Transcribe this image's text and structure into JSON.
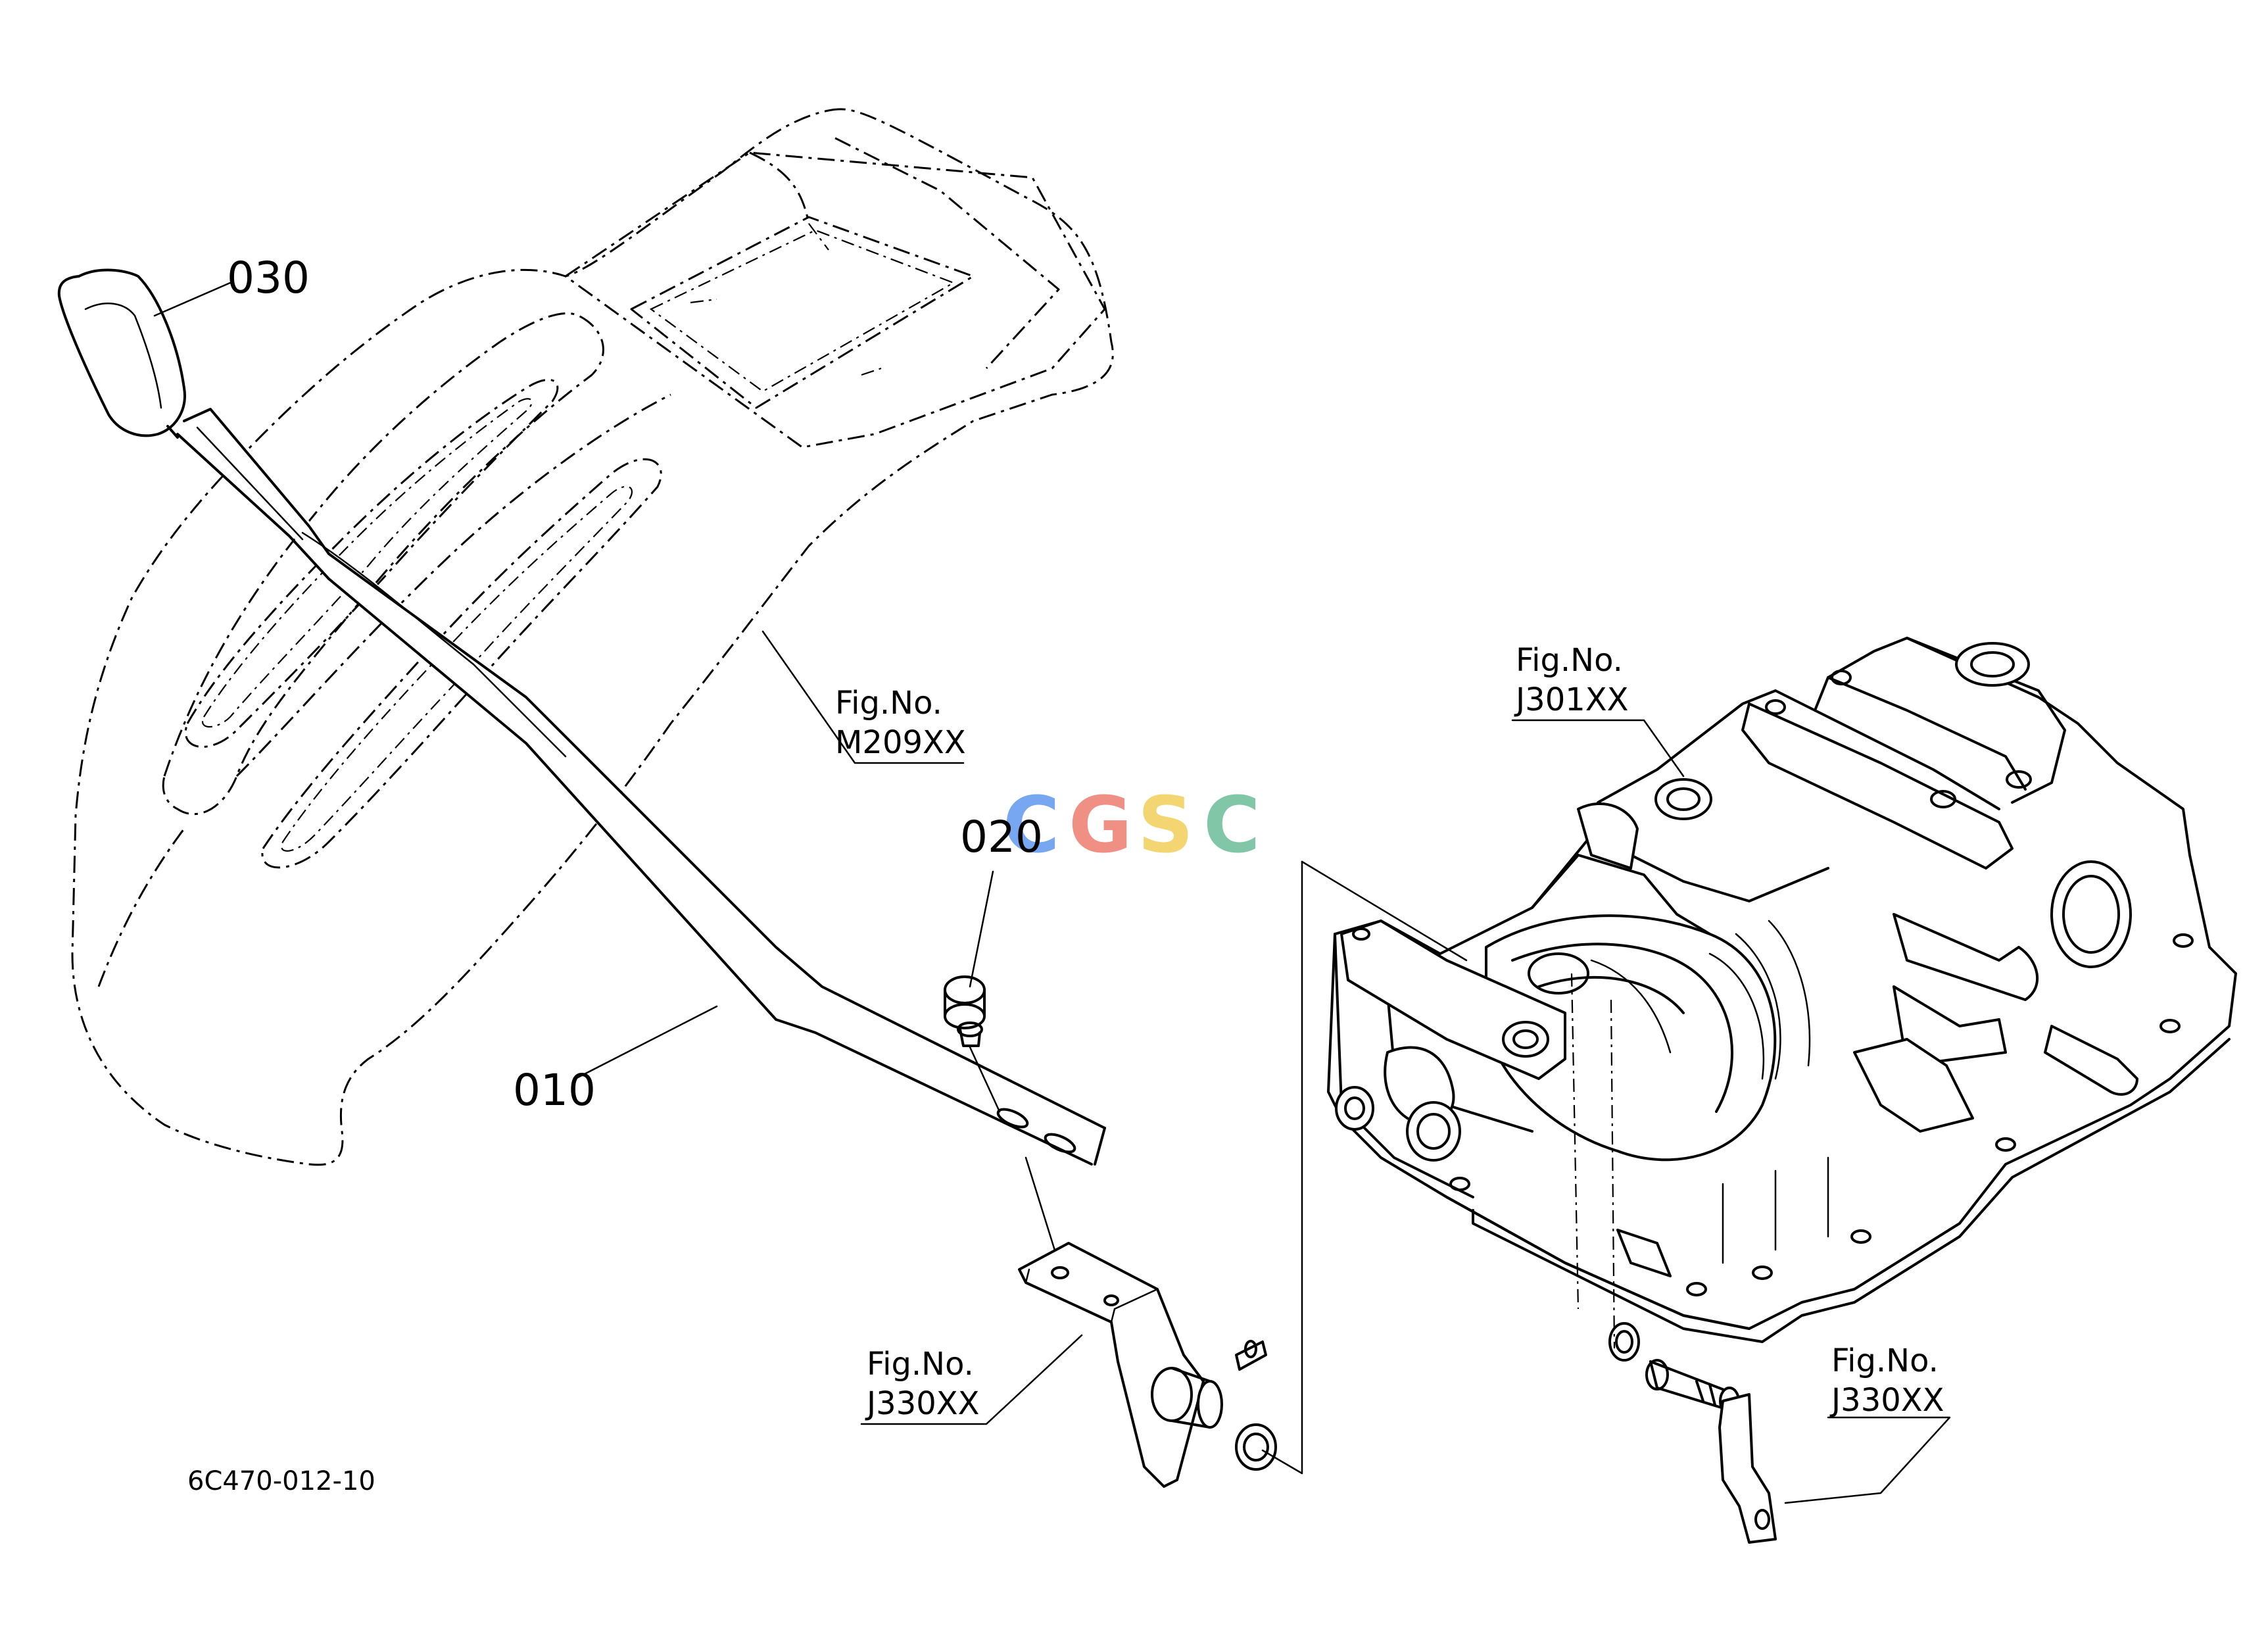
{
  "callouts": {
    "knob": "030",
    "plug": "020",
    "lever": "010"
  },
  "fig_refs": {
    "fender": {
      "label": "Fig.No.",
      "number": "M209XX"
    },
    "housing": {
      "label": "Fig.No.",
      "number": "J301XX"
    },
    "bracket_left": {
      "label": "Fig.No.",
      "number": "J330XX"
    },
    "bracket_right": {
      "label": "Fig.No.",
      "number": "J330XX"
    }
  },
  "drawing_code": "6C470-012-10",
  "watermark": {
    "letters": [
      "C",
      "G",
      "S",
      "C"
    ],
    "colors": [
      "#6fa3f0",
      "#f08a7e",
      "#f3d36a",
      "#7cc4a4"
    ]
  }
}
